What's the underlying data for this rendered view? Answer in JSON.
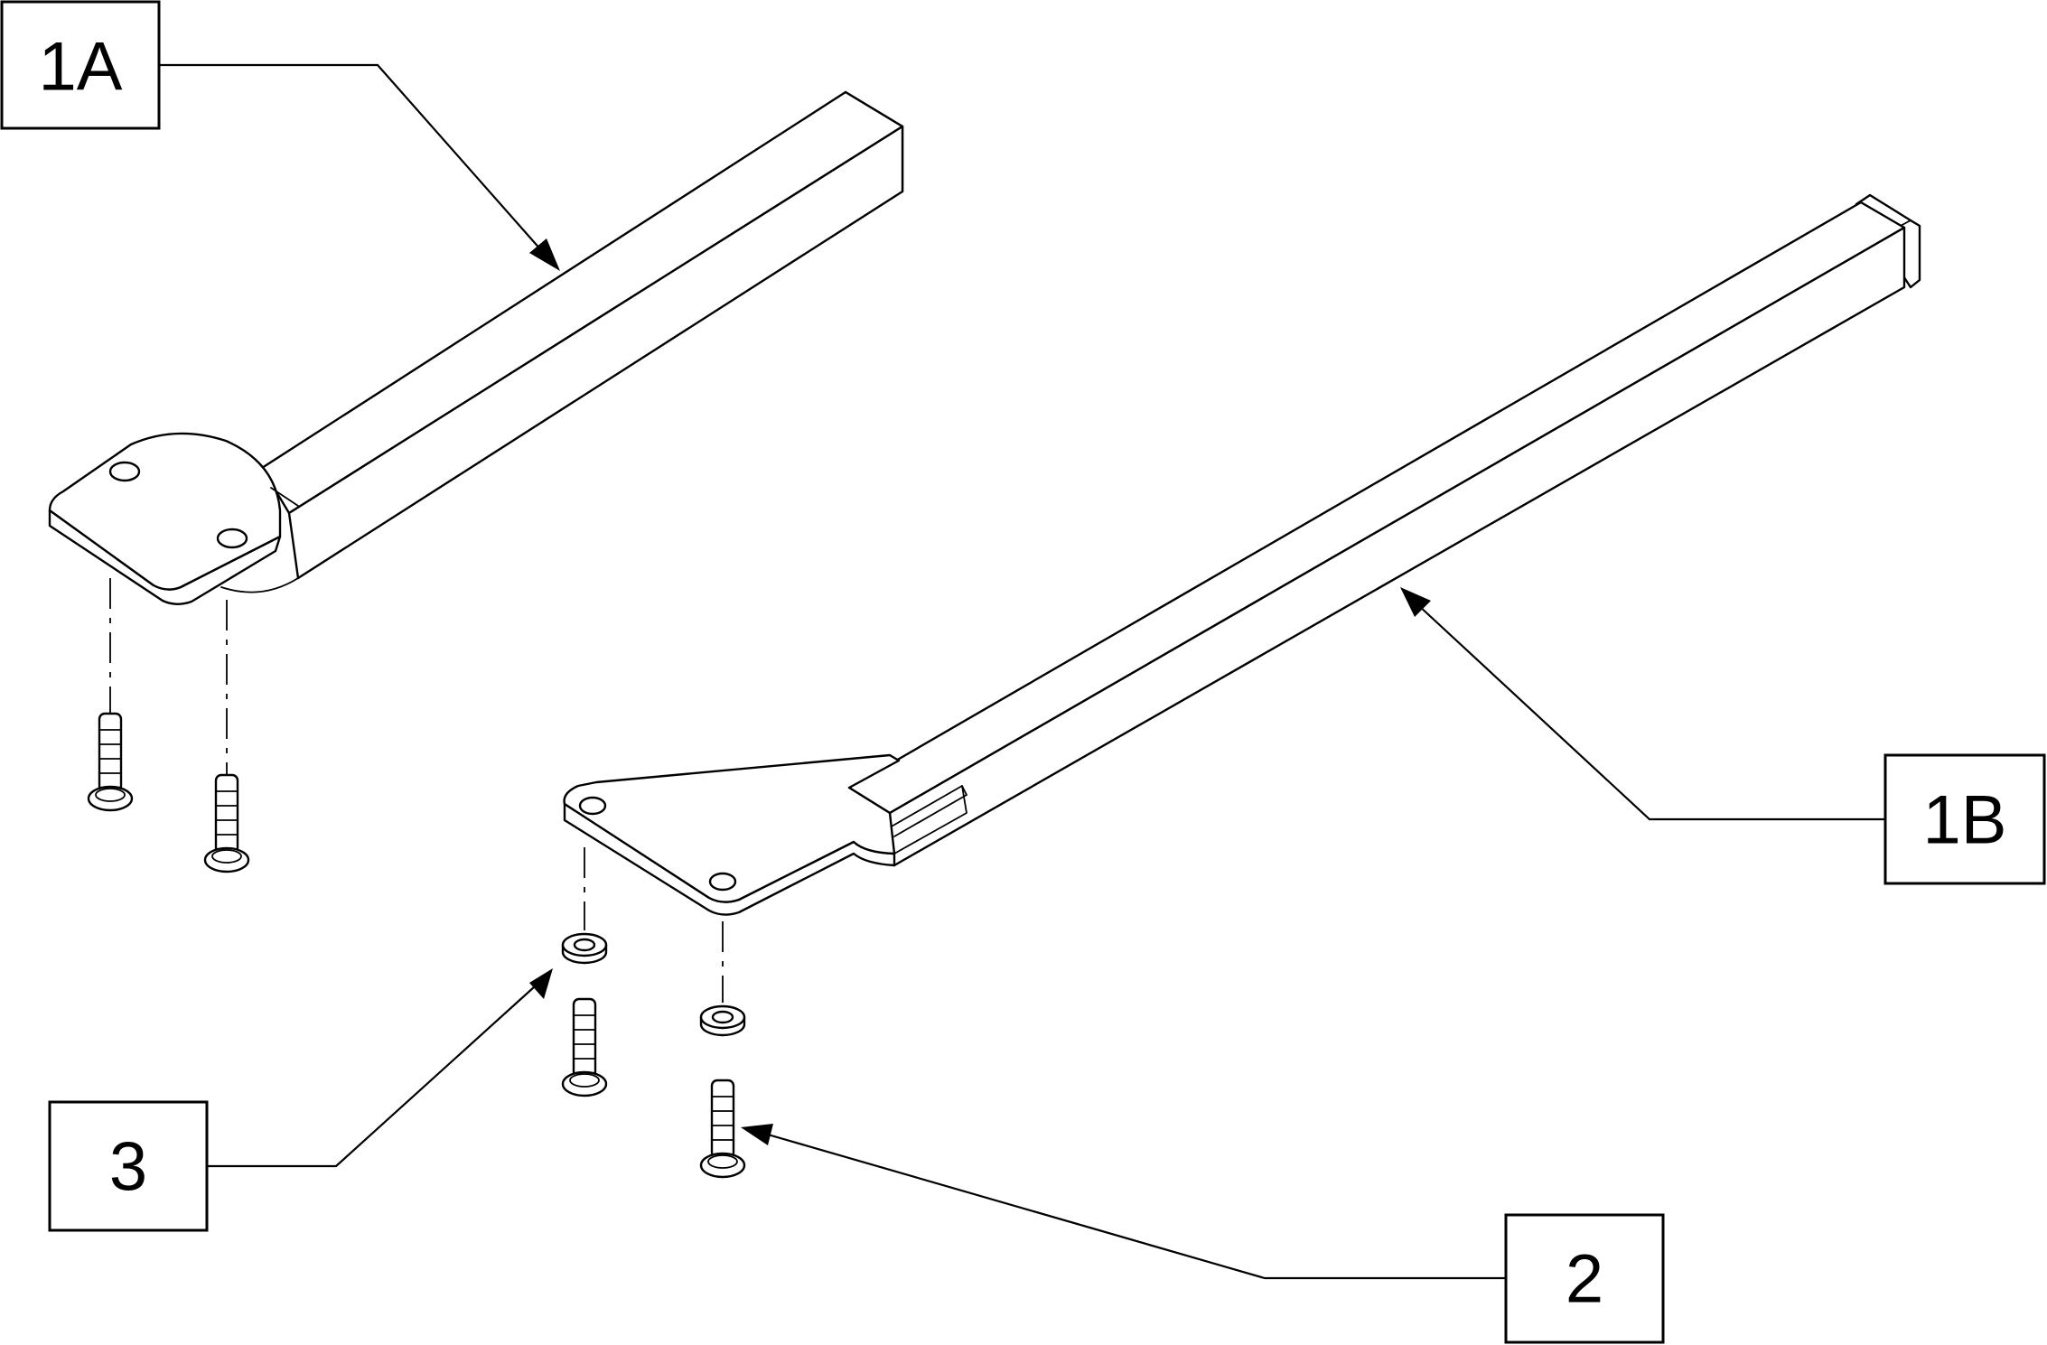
{
  "callouts": {
    "c1a": {
      "label": "1A"
    },
    "c1b": {
      "label": "1B"
    },
    "c2": {
      "label": "2"
    },
    "c3": {
      "label": "3"
    }
  },
  "colors": {
    "line": "#000000",
    "background": "#ffffff"
  }
}
